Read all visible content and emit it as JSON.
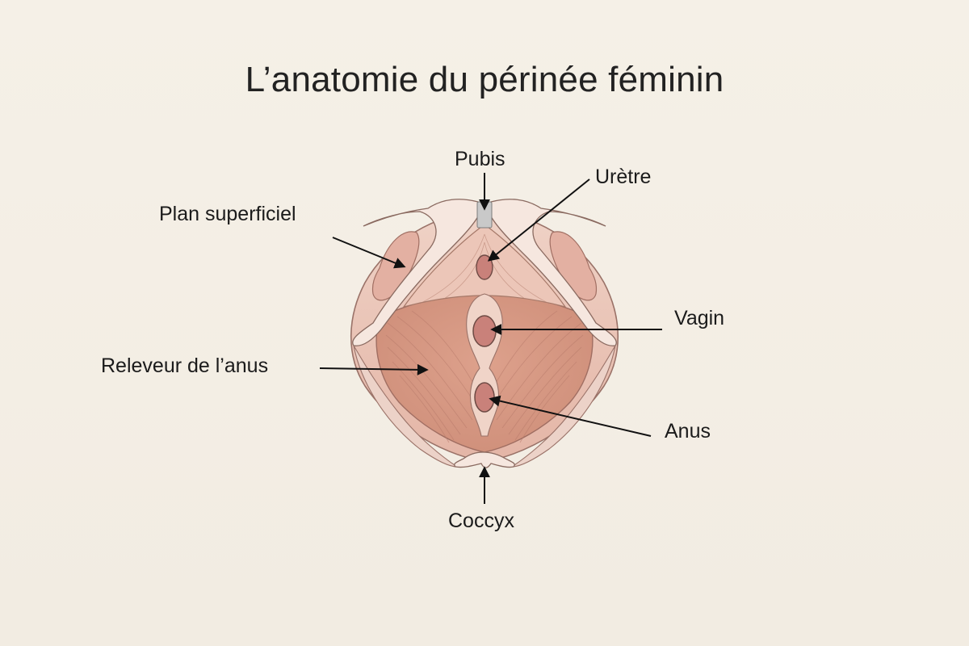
{
  "title": "L’anatomie du périnée féminin",
  "labels": {
    "pubis": "Pubis",
    "uretre": "Urètre",
    "plan_superficiel": "Plan superficiel",
    "vagin": "Vagin",
    "releveur": "Releveur de l’anus",
    "anus": "Anus",
    "coccyx": "Coccyx"
  },
  "colors": {
    "background": "#f4efe6",
    "bone": "#f4e4dc",
    "muscle_light": "#e8bfb2",
    "muscle_deep": "#d99a86",
    "orifice": "#c9817a",
    "pubic_symphysis": "#c9c9c9"
  }
}
